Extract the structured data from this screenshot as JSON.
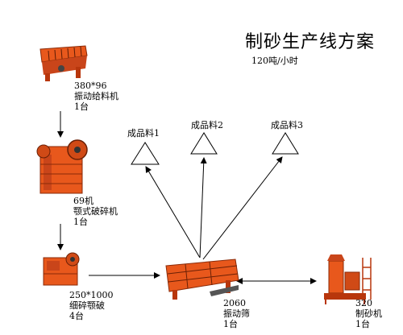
{
  "title": "制砂生产线方案",
  "subtitle": "120吨/小时",
  "colors": {
    "machine": "#e8581c",
    "machine_dark": "#b8360c",
    "arrow": "#000000"
  },
  "machines": {
    "feeder": {
      "model": "380*96",
      "name": "振动给料机",
      "qty": "1台"
    },
    "jaw": {
      "model": "69机",
      "name": "颚式破碎机",
      "qty": "1台"
    },
    "fine_jaw": {
      "model": "250*1000",
      "name": "细碎颚破",
      "qty": "4台"
    },
    "screen": {
      "model": "2060",
      "name": "振动筛",
      "qty": "1台"
    },
    "sand_maker": {
      "model": "320",
      "name": "制砂机",
      "qty": "1台"
    }
  },
  "products": [
    "成品料1",
    "成品料2",
    "成品料3"
  ]
}
